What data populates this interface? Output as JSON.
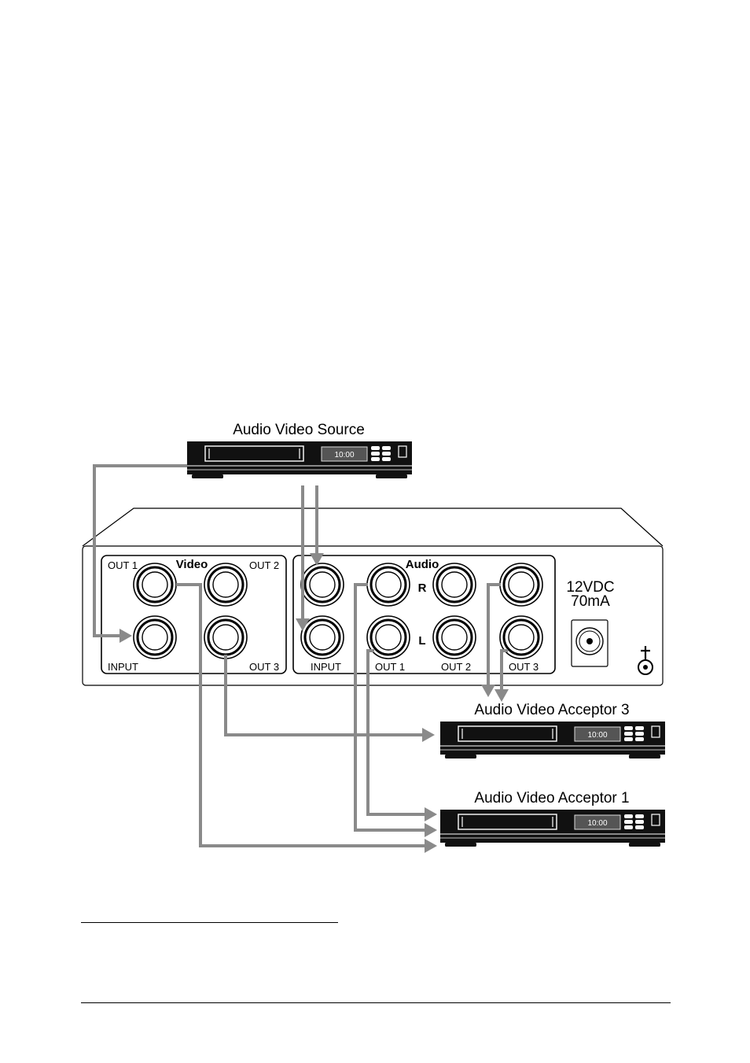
{
  "devices": {
    "source": {
      "title": "Audio Video Source",
      "display": "10:00"
    },
    "acceptor3": {
      "title": "Audio Video Acceptor 3",
      "display": "10:00"
    },
    "acceptor1": {
      "title": "Audio Video Acceptor 1",
      "display": "10:00"
    }
  },
  "panel": {
    "video": {
      "heading": "Video",
      "labels": {
        "out1": "OUT 1",
        "out2": "OUT 2",
        "input": "INPUT",
        "out3": "OUT 3"
      }
    },
    "audio": {
      "heading": "Audio",
      "channel_r": "R",
      "channel_l": "L",
      "labels": {
        "input": "INPUT",
        "out1": "OUT 1",
        "out2": "OUT 2",
        "out3": "OUT 3"
      }
    },
    "power": {
      "voltage": "12VDC",
      "current": "70mA"
    }
  },
  "colors": {
    "cable": "#8a8a8a",
    "device": "#111111",
    "outline": "#000000"
  },
  "icons": {
    "ground": "ground-terminal-icon",
    "power_jack": "dc-power-jack-icon"
  }
}
